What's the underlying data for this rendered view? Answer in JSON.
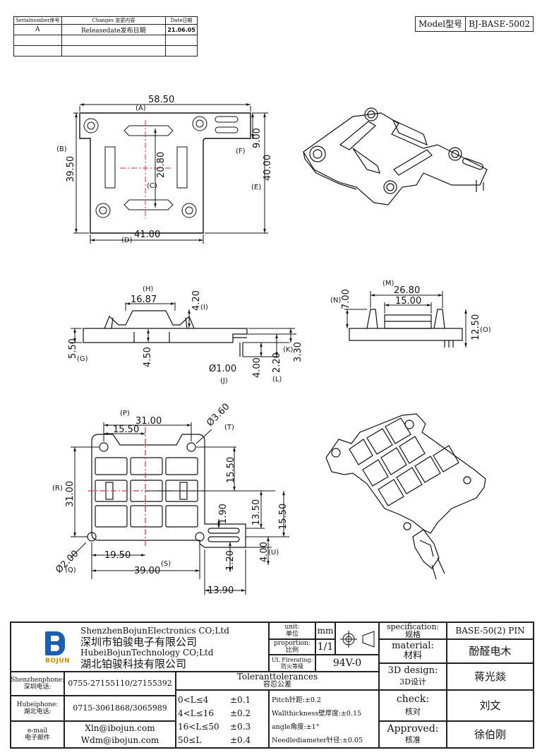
{
  "revision_table": {
    "headers": [
      "Serialnumber序号",
      "Changes 变更内容",
      "Date日期"
    ],
    "rows": [
      [
        "A",
        "Releasedate发布日期",
        "21.06.05"
      ],
      [
        "",
        "",
        ""
      ],
      [
        "",
        "",
        ""
      ]
    ]
  },
  "model": {
    "label": "Model型号",
    "value": "BJ-BASE-5002"
  },
  "top_view": {
    "dim_a": "58.50",
    "ref_a": "(A)",
    "dim_b": "39.50",
    "ref_b": "(B)",
    "dim_c": "20.80",
    "ref_c": "(C)",
    "dim_d": "41.00",
    "ref_d": "(D)",
    "dim_e": "40.00",
    "ref_e": "(E)",
    "dim_f": "9.00",
    "ref_f": "(F)"
  },
  "side_view": {
    "dim_h": "16.87",
    "ref_h": "(H)",
    "dim_i": "4.20",
    "ref_i": "(I)",
    "dim_g": "5.50",
    "ref_g": "(G)",
    "dim_450": "4.50",
    "dim_j": "Ø1.00",
    "ref_j": "(J)",
    "dim_400": "4.00",
    "dim_l": "2.20",
    "ref_l": "(L)",
    "dim_k": "3.30",
    "ref_k": "(K)"
  },
  "end_view": {
    "dim_m": "26.80",
    "ref_m": "(M)",
    "dim_1500": "15.00",
    "dim_n": "7.00",
    "ref_n": "(N)",
    "dim_o": "12.50",
    "ref_o": "(O)"
  },
  "bottom_view": {
    "dim_p": "31.00",
    "ref_p": "(P)",
    "dim_1550": "15.50",
    "dim_t": "Ø3.60",
    "ref_t": "(T)",
    "dim_r": "31.00",
    "ref_r": "(R)",
    "dim_1550b": "15.50",
    "dim_190": "1.90",
    "dim_1350": "13.50",
    "dim_1550c": "15.50",
    "dim_q": "Ø2.00",
    "ref_q": "(Q)",
    "dim_1950": "19.50",
    "dim_s": "39.00",
    "ref_s": "(S)",
    "dim_120": "1.20",
    "dim_u": "4.00",
    "ref_u": "(U)",
    "dim_1390": "13.90"
  },
  "title_block": {
    "company_en_1": "ShenzhenBojunElectronics CO;Ltd",
    "company_cn_1": "深圳市铂骏电子有限公司",
    "company_en_2": "HubeiBojunTechnology CO;Ltd",
    "company_cn_2": "湖北铂骏科技有限公司",
    "logo_text": "BOJUN",
    "unit_label": "unit:",
    "unit_cn": "单位",
    "unit_value": "mm",
    "proportion_label": "proportion:",
    "proportion_cn": "比例",
    "proportion_value": "1/1",
    "fire_label": "UL Firerating:",
    "fire_cn": "防火等级",
    "fire_value": "94V-0",
    "spec_label": "specification:",
    "spec_cn": "规格",
    "spec_value": "BASE-50(2) PIN",
    "material_label": "material:",
    "material_cn": "材料",
    "material_value": "酚醛电木",
    "design_label": "3D design:",
    "design_cn": "3D设计",
    "design_value": "蒋光燚",
    "check_label": "check:",
    "check_cn": "核对",
    "check_value": "刘文",
    "approved_label": "Approved:",
    "approved_cn": "核准",
    "approved_value": "徐伯刚",
    "sz_phone_label": "Shenzhenphone:",
    "sz_phone_cn": "深圳电话:",
    "sz_phone_value": "0755-27155110/27155392",
    "hb_phone_label": "Hubeiphone:",
    "hb_phone_cn": "湖北电话:",
    "hb_phone_value": "0715-3061868/3065989",
    "email_label": "e-mail",
    "email_cn": "电子邮件",
    "email_1": "Xln@ibojun.com",
    "email_2": "Wdm@ibojun.com",
    "tol_title": "Toleranttolerances",
    "tol_cn": "容忍公差",
    "tol_ranges": [
      "0<L≤4",
      "4<L≤16",
      "16<L≤50",
      "50≤L"
    ],
    "tol_values": [
      "±0.1",
      "±0.2",
      "±0.3",
      "±0.4"
    ],
    "tol_notes": [
      "Pitch针距:±0.2",
      "Wallthickness壁厚度:±0.15",
      "angle角度:±1°",
      "Needlediameter针径:±0.05"
    ]
  }
}
